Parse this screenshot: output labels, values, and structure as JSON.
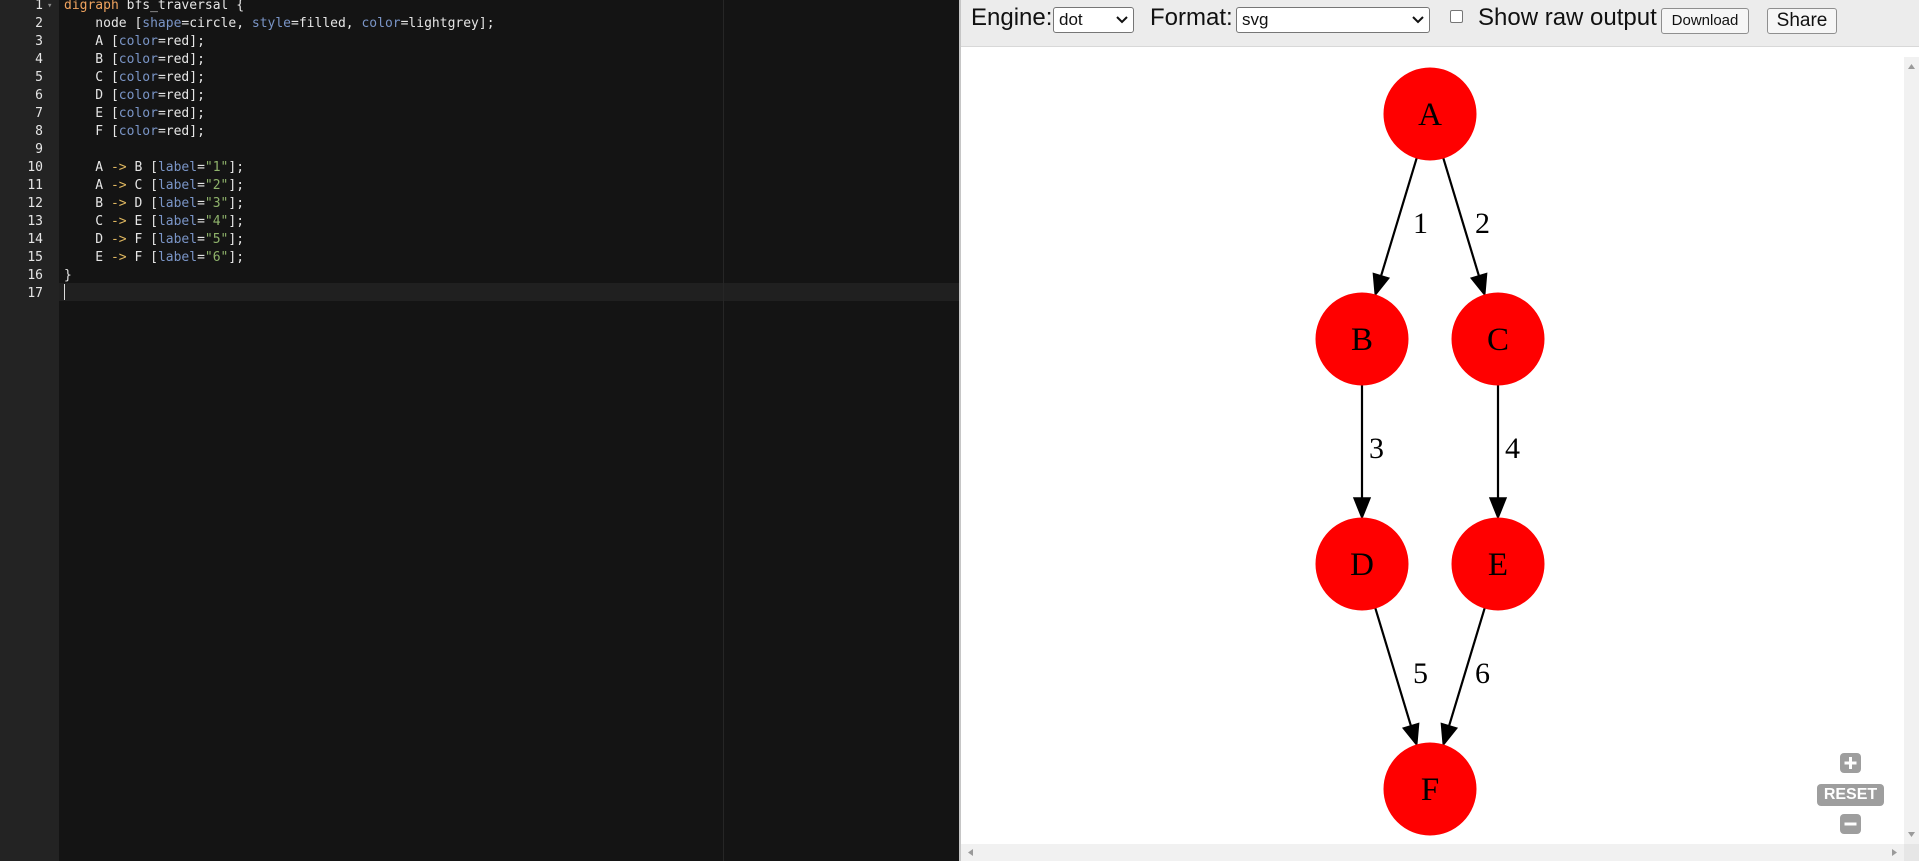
{
  "editor": {
    "line_numbers": [
      "1",
      "2",
      "3",
      "4",
      "5",
      "6",
      "7",
      "8",
      "9",
      "10",
      "11",
      "12",
      "13",
      "14",
      "15",
      "16",
      "17"
    ],
    "lines": [
      {
        "segments": [
          {
            "t": "kw",
            "s": "digraph"
          },
          {
            "t": "pl",
            "s": " bfs_traversal {"
          }
        ]
      },
      {
        "segments": [
          {
            "t": "pl",
            "s": "    node ["
          },
          {
            "t": "at",
            "s": "shape"
          },
          {
            "t": "pl",
            "s": "=circle, "
          },
          {
            "t": "at",
            "s": "style"
          },
          {
            "t": "pl",
            "s": "=filled, "
          },
          {
            "t": "at",
            "s": "color"
          },
          {
            "t": "pl",
            "s": "=lightgrey];"
          }
        ]
      },
      {
        "segments": [
          {
            "t": "pl",
            "s": "    A ["
          },
          {
            "t": "at",
            "s": "color"
          },
          {
            "t": "pl",
            "s": "=red];"
          }
        ]
      },
      {
        "segments": [
          {
            "t": "pl",
            "s": "    B ["
          },
          {
            "t": "at",
            "s": "color"
          },
          {
            "t": "pl",
            "s": "=red];"
          }
        ]
      },
      {
        "segments": [
          {
            "t": "pl",
            "s": "    C ["
          },
          {
            "t": "at",
            "s": "color"
          },
          {
            "t": "pl",
            "s": "=red];"
          }
        ]
      },
      {
        "segments": [
          {
            "t": "pl",
            "s": "    D ["
          },
          {
            "t": "at",
            "s": "color"
          },
          {
            "t": "pl",
            "s": "=red];"
          }
        ]
      },
      {
        "segments": [
          {
            "t": "pl",
            "s": "    E ["
          },
          {
            "t": "at",
            "s": "color"
          },
          {
            "t": "pl",
            "s": "=red];"
          }
        ]
      },
      {
        "segments": [
          {
            "t": "pl",
            "s": "    F ["
          },
          {
            "t": "at",
            "s": "color"
          },
          {
            "t": "pl",
            "s": "=red];"
          }
        ]
      },
      {
        "segments": []
      },
      {
        "segments": [
          {
            "t": "pl",
            "s": "    A "
          },
          {
            "t": "op",
            "s": "->"
          },
          {
            "t": "pl",
            "s": " B ["
          },
          {
            "t": "at",
            "s": "label"
          },
          {
            "t": "pl",
            "s": "="
          },
          {
            "t": "st",
            "s": "\"1\""
          },
          {
            "t": "pl",
            "s": "];"
          }
        ]
      },
      {
        "segments": [
          {
            "t": "pl",
            "s": "    A "
          },
          {
            "t": "op",
            "s": "->"
          },
          {
            "t": "pl",
            "s": " C ["
          },
          {
            "t": "at",
            "s": "label"
          },
          {
            "t": "pl",
            "s": "="
          },
          {
            "t": "st",
            "s": "\"2\""
          },
          {
            "t": "pl",
            "s": "];"
          }
        ]
      },
      {
        "segments": [
          {
            "t": "pl",
            "s": "    B "
          },
          {
            "t": "op",
            "s": "->"
          },
          {
            "t": "pl",
            "s": " D ["
          },
          {
            "t": "at",
            "s": "label"
          },
          {
            "t": "pl",
            "s": "="
          },
          {
            "t": "st",
            "s": "\"3\""
          },
          {
            "t": "pl",
            "s": "];"
          }
        ]
      },
      {
        "segments": [
          {
            "t": "pl",
            "s": "    C "
          },
          {
            "t": "op",
            "s": "->"
          },
          {
            "t": "pl",
            "s": " E ["
          },
          {
            "t": "at",
            "s": "label"
          },
          {
            "t": "pl",
            "s": "="
          },
          {
            "t": "st",
            "s": "\"4\""
          },
          {
            "t": "pl",
            "s": "];"
          }
        ]
      },
      {
        "segments": [
          {
            "t": "pl",
            "s": "    D "
          },
          {
            "t": "op",
            "s": "->"
          },
          {
            "t": "pl",
            "s": " F ["
          },
          {
            "t": "at",
            "s": "label"
          },
          {
            "t": "pl",
            "s": "="
          },
          {
            "t": "st",
            "s": "\"5\""
          },
          {
            "t": "pl",
            "s": "];"
          }
        ]
      },
      {
        "segments": [
          {
            "t": "pl",
            "s": "    E "
          },
          {
            "t": "op",
            "s": "->"
          },
          {
            "t": "pl",
            "s": " F ["
          },
          {
            "t": "at",
            "s": "label"
          },
          {
            "t": "pl",
            "s": "="
          },
          {
            "t": "st",
            "s": "\"6\""
          },
          {
            "t": "pl",
            "s": "];"
          }
        ]
      },
      {
        "segments": [
          {
            "t": "pl",
            "s": "}"
          }
        ]
      },
      {
        "segments": []
      }
    ],
    "fold_marker_icon": "fold-arrow-icon"
  },
  "toolbar": {
    "engine_label": "Engine:",
    "engine_value": "dot",
    "format_label": "Format:",
    "format_value": "svg",
    "raw_output_label": "Show raw output",
    "raw_output_checked": false,
    "download_label": "Download",
    "share_label": "Share"
  },
  "graph": {
    "node_color": "#ff0000",
    "nodes": [
      {
        "id": "A",
        "label": "A"
      },
      {
        "id": "B",
        "label": "B"
      },
      {
        "id": "C",
        "label": "C"
      },
      {
        "id": "D",
        "label": "D"
      },
      {
        "id": "E",
        "label": "E"
      },
      {
        "id": "F",
        "label": "F"
      }
    ],
    "edges": [
      {
        "from": "A",
        "to": "B",
        "label": "1"
      },
      {
        "from": "A",
        "to": "C",
        "label": "2"
      },
      {
        "from": "B",
        "to": "D",
        "label": "3"
      },
      {
        "from": "C",
        "to": "E",
        "label": "4"
      },
      {
        "from": "D",
        "to": "F",
        "label": "5"
      },
      {
        "from": "E",
        "to": "F",
        "label": "6"
      }
    ]
  },
  "zoom": {
    "zoom_in_icon": "plus-icon",
    "reset_label": "RESET",
    "zoom_out_icon": "minus-icon"
  }
}
